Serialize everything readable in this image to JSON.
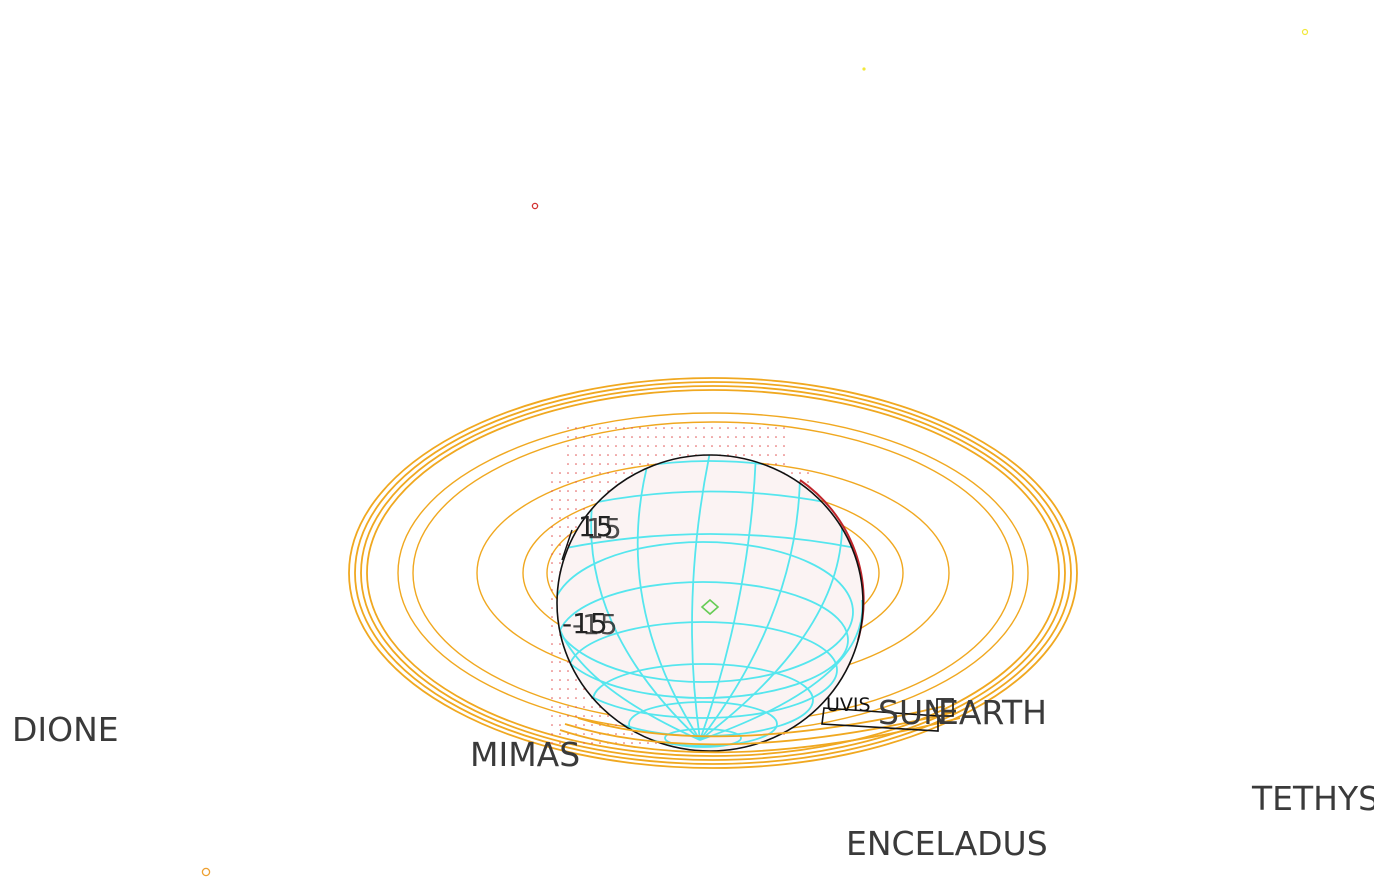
{
  "bodies": {
    "dione": "DIONE",
    "mimas": "MIMAS",
    "sun": "SUN",
    "earth": "EARTH",
    "enceladus": "ENCELADUS",
    "tethys": "TETHYS"
  },
  "instrument": {
    "uvis": "UVIS"
  },
  "latitude_labels": {
    "north": "15",
    "south": "-15"
  },
  "colors": {
    "ring": "#f0a820",
    "grid": "#55e6ee",
    "limb": "#111111",
    "terminator": "#c0262b",
    "dots": "#e05050",
    "subpoint": "#66cc55",
    "marker_yellow": "#f2e83a",
    "marker_red": "#d23030",
    "marker_orange": "#eea030"
  }
}
